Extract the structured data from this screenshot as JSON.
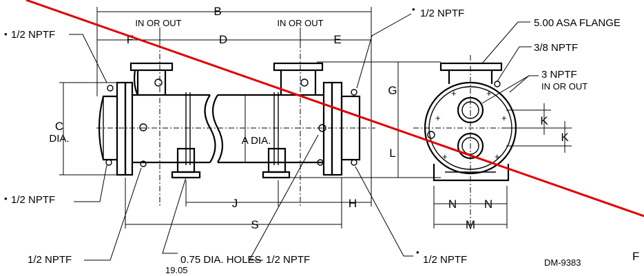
{
  "labels": {
    "b": "B",
    "d": "D",
    "e": "E",
    "f": "F",
    "c_dia": "C",
    "c_dia2": "DIA.",
    "a_dia": "A DIA.",
    "g": "G",
    "l": "L",
    "j": "J",
    "h": "H",
    "s": "S",
    "k1": "K",
    "k2": "K",
    "n1": "N",
    "n2": "N",
    "m": "M",
    "in_or_out_left": "IN OR OUT",
    "in_or_out_right": "IN OR OUT",
    "nptf_top_left": "1/2 NPTF",
    "nptf_top_right": "1/2 NPTF",
    "nptf_mid_left": "1/2 NPTF",
    "nptf_bottom_left": "1/2 NPTF",
    "nptf_bottom_center": "1/2 NPTF",
    "nptf_bottom_right": "1/2 NPTF",
    "flange": "5.00 ASA FLANGE",
    "nptf_38": "3/8 NPTF",
    "npt3": "3 NPTF",
    "npt3_sub": "IN OR OUT",
    "holes": "0.75 DIA. HOLES",
    "holes_metric": "19.05",
    "drawing_no": "DM-9383",
    "corner_letter": "F",
    "star": "•"
  },
  "colors": {
    "line": "#000000",
    "overlay": "#e00000",
    "background": "#ffffff"
  }
}
